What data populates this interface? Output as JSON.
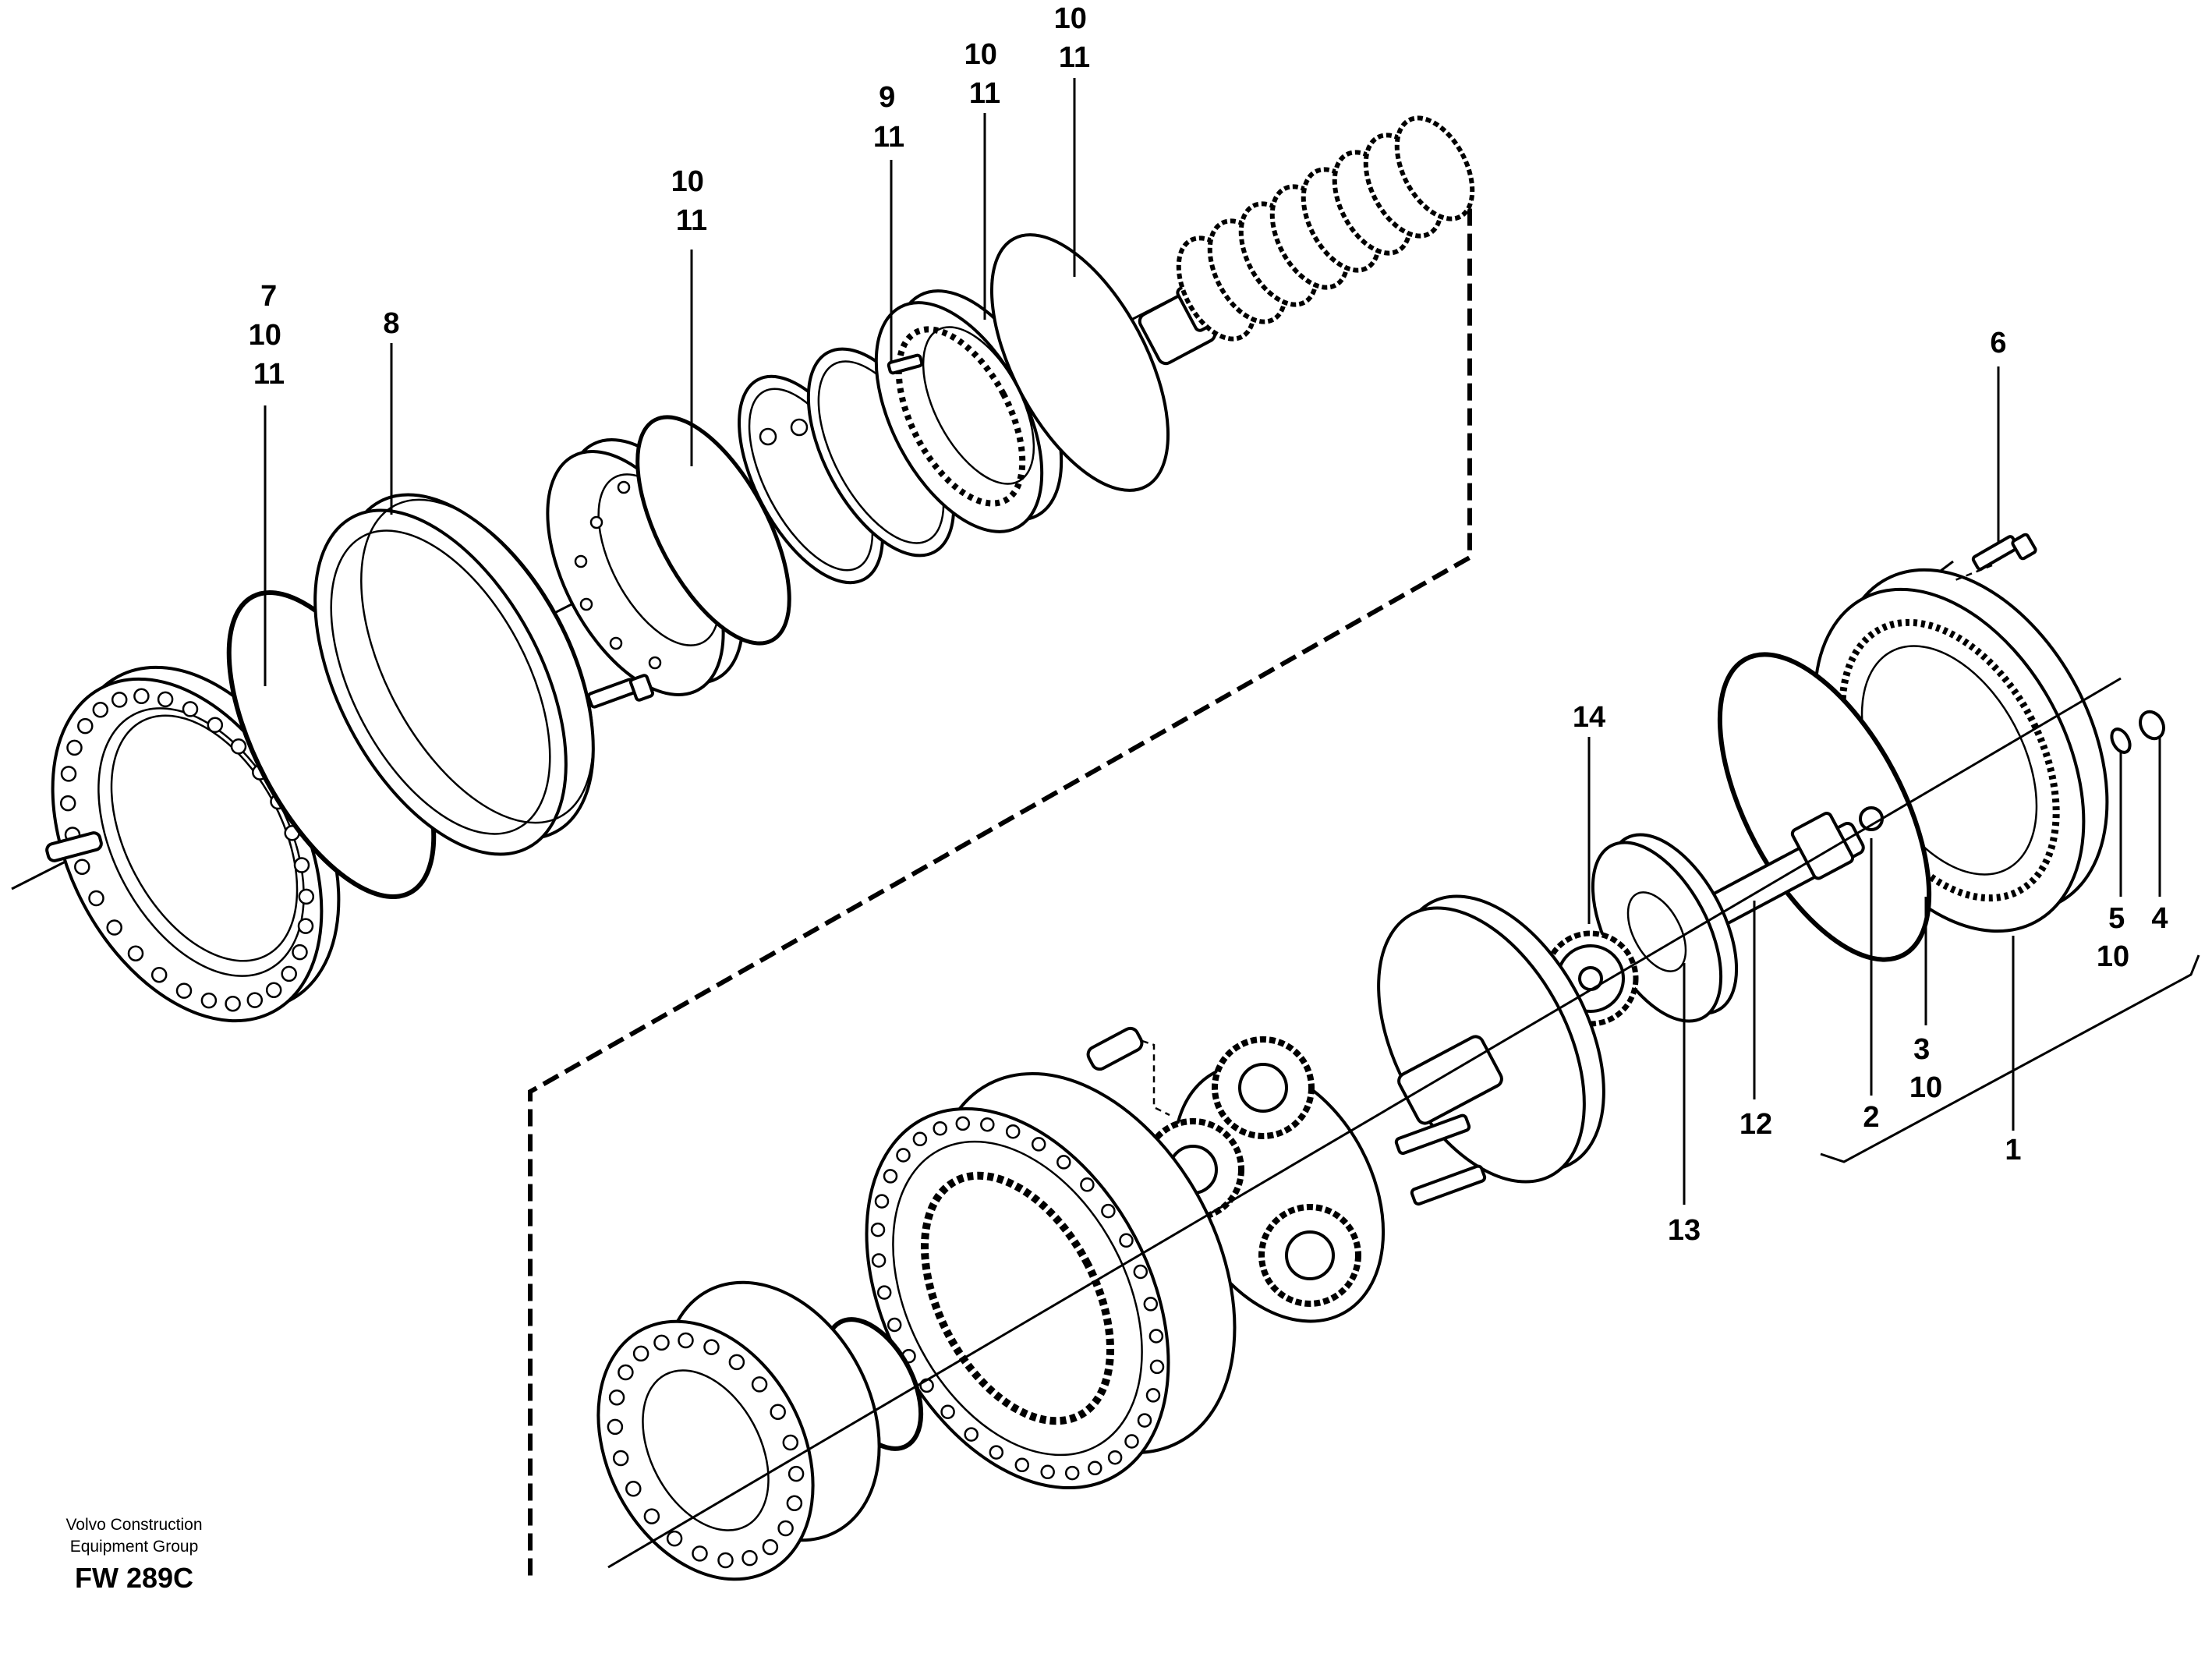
{
  "callouts": [
    {
      "id": "c1",
      "lines": [
        "1"
      ]
    },
    {
      "id": "c2",
      "lines": [
        "2"
      ]
    },
    {
      "id": "c3",
      "lines": [
        "3",
        "10"
      ]
    },
    {
      "id": "c4",
      "lines": [
        "4"
      ]
    },
    {
      "id": "c5",
      "lines": [
        "5",
        "10"
      ]
    },
    {
      "id": "c6",
      "lines": [
        "6"
      ]
    },
    {
      "id": "c7",
      "lines": [
        "7",
        "10",
        "11"
      ]
    },
    {
      "id": "c8",
      "lines": [
        "8"
      ]
    },
    {
      "id": "c9",
      "lines": [
        "9",
        "11"
      ]
    },
    {
      "id": "c10a",
      "lines": [
        "10",
        "11"
      ]
    },
    {
      "id": "c10b",
      "lines": [
        "10",
        "11"
      ]
    },
    {
      "id": "c10c",
      "lines": [
        "10",
        "11"
      ]
    },
    {
      "id": "c12",
      "lines": [
        "12"
      ]
    },
    {
      "id": "c13",
      "lines": [
        "13"
      ]
    },
    {
      "id": "c14",
      "lines": [
        "14"
      ]
    }
  ],
  "footer": {
    "brand_line1": "Volvo Construction",
    "brand_line2": "Equipment Group",
    "figure_code": "FW 289C"
  }
}
